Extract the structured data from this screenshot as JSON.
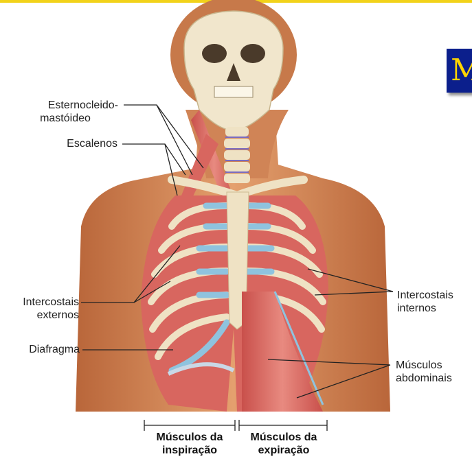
{
  "title": {
    "text": "M"
  },
  "labels": {
    "esternocleido": [
      "Esternocleido-",
      "mastóideo"
    ],
    "escalenos": "Escalenos",
    "intercostais_externos": [
      "Intercostais",
      "externos"
    ],
    "diafragma": "Diafragma",
    "intercostais_internos": [
      "Intercostais",
      "internos"
    ],
    "musculos_abdominais": [
      "Músculos",
      "abdominais"
    ],
    "inspiracao": [
      "Músculos da",
      "inspiração"
    ],
    "expiracao": [
      "Músculos da",
      "expiração"
    ]
  },
  "colors": {
    "frame_accent": "#f2d21a",
    "title_bg": "#0b1f8c",
    "title_text": "#ffd400",
    "skin": "#d58a5a",
    "bone": "#efe2c4",
    "muscle": "#d8665f",
    "cartilage": "#8fc3de"
  }
}
